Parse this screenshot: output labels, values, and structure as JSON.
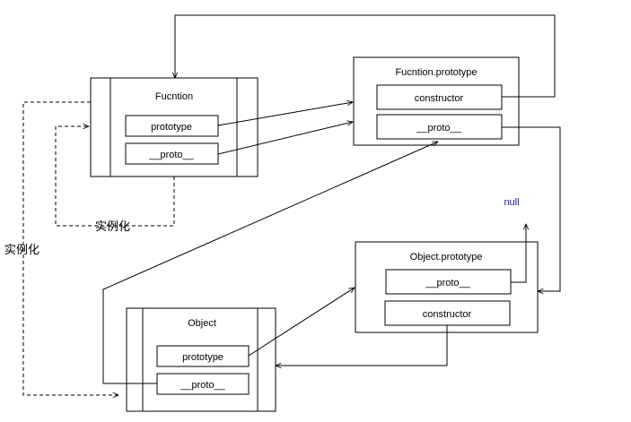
{
  "function_obj": {
    "title": "Fucntion",
    "prototype_label": "prototype",
    "proto_label": "__proto__"
  },
  "function_prototype": {
    "title": "Fucntion.prototype",
    "constructor_label": "constructor",
    "proto_label": "__proto__"
  },
  "object_obj": {
    "title": "Object",
    "prototype_label": "prototype",
    "proto_label": "__proto__"
  },
  "object_prototype": {
    "title": "Object.prototype",
    "proto_label": "__proto__",
    "constructor_label": "constructor"
  },
  "null_label": "null",
  "instantiate_label_1": "实例化",
  "instantiate_label_2": "实例化",
  "colors": {
    "null_text": "#1a1aa6",
    "stroke": "#000000"
  }
}
